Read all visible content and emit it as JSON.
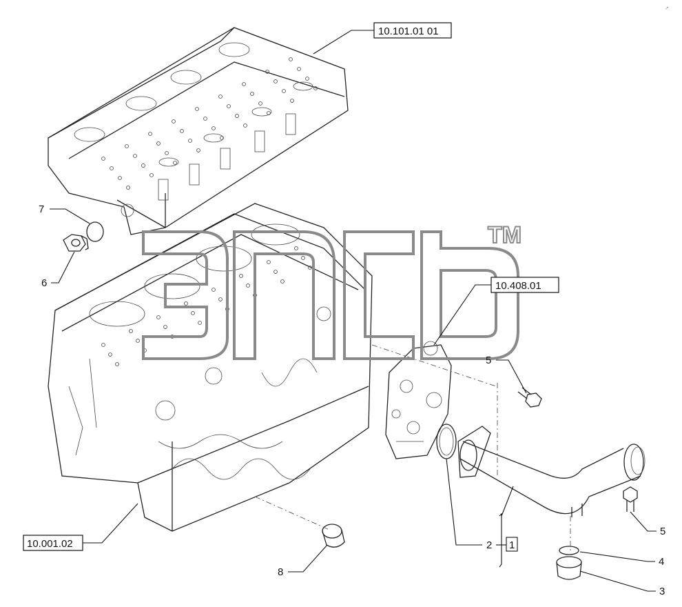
{
  "references": {
    "cylinder_head": "10.101.01 01",
    "water_pump": "10.408.01",
    "cylinder_block": "10.001.02"
  },
  "callouts": {
    "p7": "7",
    "p6": "6",
    "p5_upper": "5",
    "p5_lower": "5",
    "p4": "4",
    "p3": "3",
    "p2": "2",
    "p1": "1",
    "p8": "8"
  },
  "watermark": {
    "trademark": "TM"
  }
}
